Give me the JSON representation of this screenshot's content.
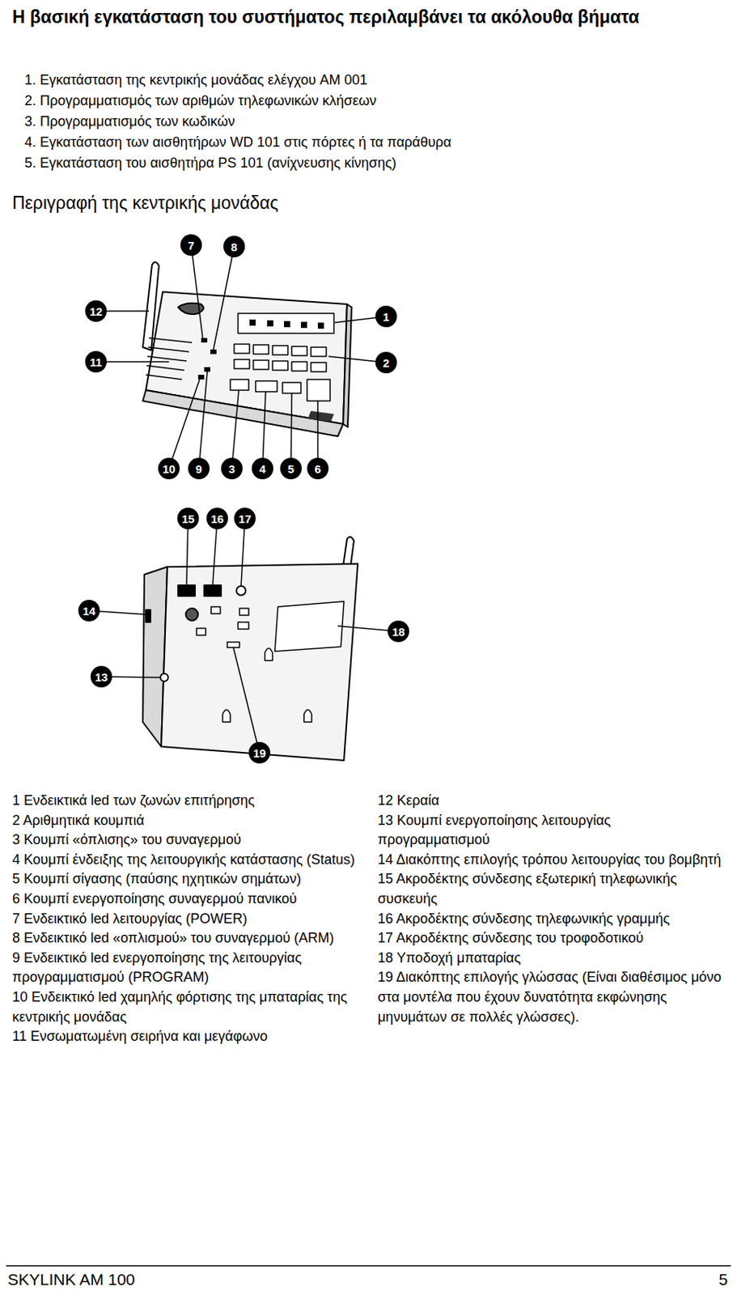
{
  "diagram": {
    "title": "Η βασική εγκατάσταση του συστήματος περιλαμβάνει τα ακόλουθα βήματα",
    "labels": [
      "1. Εγκατάσταση της κεντρικής μονάδας ελέγχου AM 001",
      "2. Προγραμματισμός των αριθμών τηλεφωνικών κλήσεων",
      "3. Προγραμματισμός των κωδικών",
      "4. Εγκατάσταση των αισθητήρων WD 101 στις πόρτες ή τα παράθυρα",
      "5. Εγκατάσταση του αισθητήρα PS 101 (ανίχνευσης κίνησης)",
      "Περιγραφή της κεντρικής μονάδας",
      "7",
      "8",
      "12",
      "1",
      "11",
      "2",
      "10",
      "9",
      "3",
      "4",
      "5",
      "6",
      "15",
      "16",
      "17",
      "14",
      "18",
      "13",
      "19",
      "1 Ενδεικτικά led των ζωνών επιτήρησης",
      "2 Αριθμητικά κουμπιά",
      "3 Κουμπί «όπλισης» του συναγερμού",
      "4 Κουμπί ένδειξης της λειτουργικής κατάστασης (Status)",
      "5 Κουμπί σίγασης (παύσης ηχητικών σημάτων)",
      "6 Κουμπί ενεργοποίησης συναγερμού πανικού",
      "7 Ενδεικτικό led λειτουργίας (POWER)",
      "8 Ενδεικτικό led «οπλισμού» του συναγερμού (ARM)",
      "9 Ενδεικτικό led ενεργοποίησης της λειτουργίας προγραμματισμού (PROGRAM)",
      "10 Ενδεικτικό led χαμηλής φόρτισης της μπαταρίας της κεντρικής μονάδας",
      "11 Ενσωματωμένη σειρήνα και μεγάφωνο",
      "12 Κεραία",
      "13 Κουμπί ενεργοποίησης λειτουργίας προγραμματισμού",
      "14 Διακόπτης επιλογής τρόπου λειτουργίας του βομβητή",
      "15 Ακροδέκτης σύνδεσης εξωτερική τηλεφωνικής συσκευής",
      "16 Ακροδέκτης σύνδεσης τηλεφωνικής γραμμής",
      "17 Ακροδέκτης σύνδεσης του τροφοδοτικού",
      "18 Υποδοχή μπαταρίας",
      "19 Διακόπτης επιλογής γλώσσας (Είναι διαθέσιμος μόνο στα μοντέλα που έχουν δυνατότητα εκφώνησης μηνυμάτων σε πολλές γλώσσες).",
      "SKYLINK AM 100",
      "5"
    ]
  }
}
